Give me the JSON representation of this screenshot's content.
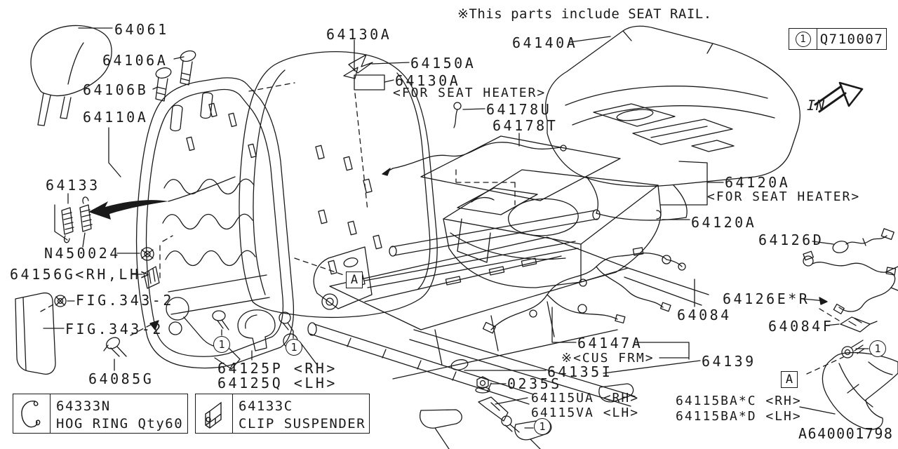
{
  "note": "※This parts include SEAT RAIL.",
  "badge": {
    "index": "1",
    "code": "Q710007"
  },
  "direction_indicator": {
    "label": "IN"
  },
  "diagram_id": "A640001798",
  "ref_marker": {
    "letter": "A"
  },
  "callout": {
    "index": "1"
  },
  "labels": [
    {
      "text": "64061"
    },
    {
      "text": "64106A"
    },
    {
      "text": "64106B"
    },
    {
      "text": "64110A"
    },
    {
      "text": "64130A"
    },
    {
      "text": "64150A"
    },
    {
      "text": "64130A"
    },
    {
      "text": "<FOR SEAT HEATER>"
    },
    {
      "text": "64140A"
    },
    {
      "text": "64178U"
    },
    {
      "text": "64178T"
    },
    {
      "text": "64133"
    },
    {
      "text": "N450024"
    },
    {
      "text": "64156G<RH,LH>"
    },
    {
      "text": "FIG.343-2"
    },
    {
      "text": "FIG.343-2"
    },
    {
      "text": "64085G"
    },
    {
      "text": "64125P <RH>"
    },
    {
      "text": "64125Q <LH>"
    },
    {
      "text": "64120A"
    },
    {
      "text": "<FOR SEAT HEATER>"
    },
    {
      "text": "64120A"
    },
    {
      "text": "64126D"
    },
    {
      "text": "64126E*R"
    },
    {
      "text": "64084"
    },
    {
      "text": "64084F"
    },
    {
      "text": "64147A"
    },
    {
      "text": "※<CUS FRM>"
    },
    {
      "text": "64139"
    },
    {
      "text": "64135I"
    },
    {
      "text": "0235S"
    },
    {
      "text": "64115UA <RH>"
    },
    {
      "text": "64115VA <LH>"
    },
    {
      "text": "64115BA*C <RH>"
    },
    {
      "text": "64115BA*D <LH>"
    }
  ],
  "legend": [
    {
      "part_no": "64333N",
      "name": "HOG RING Qty60",
      "icon": "hog-ring"
    },
    {
      "part_no": "64133C",
      "name": "CLIP SUSPENDER",
      "icon": "clip-suspender"
    }
  ],
  "line_color": "#1a1a1a"
}
